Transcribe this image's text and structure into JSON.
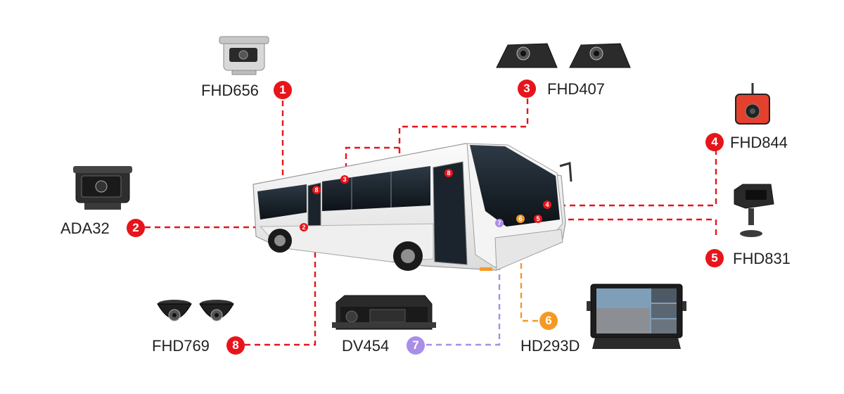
{
  "colors": {
    "red": "#e8141b",
    "purple": "#a98ee8",
    "orange": "#f39a26",
    "label": "#222222"
  },
  "devices": [
    {
      "id": "fhd656",
      "label": "FHD656",
      "number": "1",
      "color": "red"
    },
    {
      "id": "ada32",
      "label": "ADA32",
      "number": "2",
      "color": "red"
    },
    {
      "id": "fhd407",
      "label": "FHD407",
      "number": "3",
      "color": "red"
    },
    {
      "id": "fhd844",
      "label": "FHD844",
      "number": "4",
      "color": "red"
    },
    {
      "id": "fhd831",
      "label": "FHD831",
      "number": "5",
      "color": "red"
    },
    {
      "id": "hd293d",
      "label": "HD293D",
      "number": "6",
      "color": "orange"
    },
    {
      "id": "dv454",
      "label": "DV454",
      "number": "7",
      "color": "purple"
    },
    {
      "id": "fhd769",
      "label": "FHD769",
      "number": "8",
      "color": "red"
    }
  ],
  "bus_markers": [
    "2",
    "3",
    "4",
    "5",
    "6",
    "7",
    "8",
    "8"
  ],
  "icons": {
    "fhd656": "rear-camera-icon",
    "ada32": "ai-side-camera-icon",
    "fhd407": "dual-interior-camera-icon",
    "fhd844": "dash-camera-icon",
    "fhd831": "driver-monitor-camera-icon",
    "hd293d": "monitor-icon",
    "dv454": "mobile-dvr-icon",
    "fhd769": "dome-camera-icon",
    "bus": "city-bus-icon"
  }
}
